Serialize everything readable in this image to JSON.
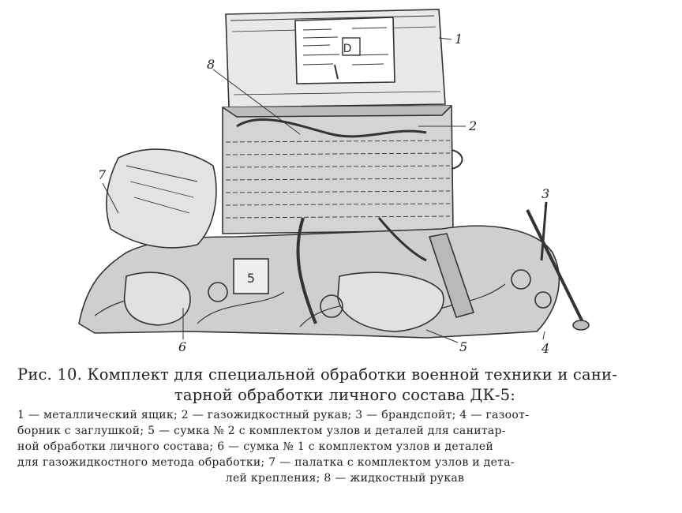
{
  "figure": {
    "labels": {
      "l1": "1",
      "l2": "2",
      "l3": "3",
      "l4": "4",
      "l5": "5",
      "l6": "6",
      "l7": "7",
      "l8": "8",
      "panel_d": "D"
    }
  },
  "caption": {
    "title_line1": "Рис. 10. Комплект для специальной обработки военной техники и сани-",
    "title_line2": "тарной обработки личного состава ДК-5:",
    "legend_lines": [
      "1 — металлический ящик; 2 — газожидкостный рукав; 3 — брандспойт; 4 — газоот-",
      "борник с заглушкой; 5 — сумка № 2 с комплектом узлов и деталей для санитар-",
      "ной обработки личного состава; 6 — сумка № 1 с комплектом узлов и деталей",
      "для газожидкостного метода обработки; 7 — палатка с комплектом узлов и дета-",
      "лей крепления; 8 — жидкостный рукав"
    ]
  }
}
